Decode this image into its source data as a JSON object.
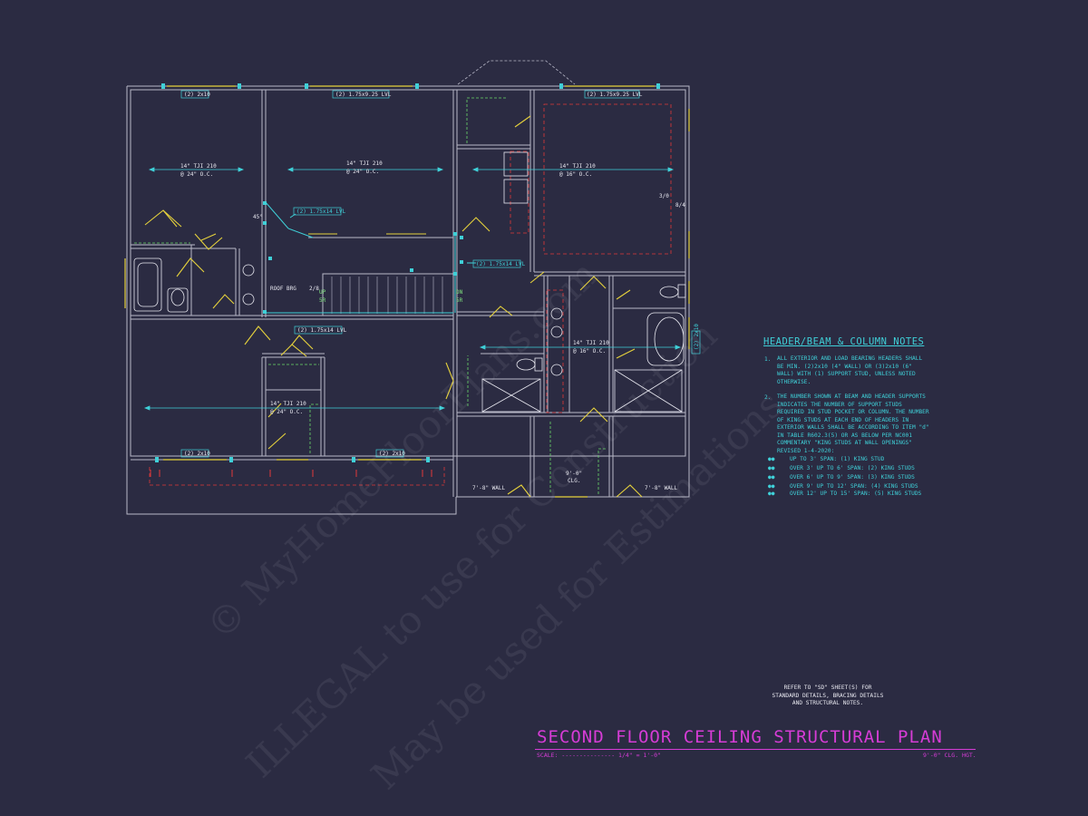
{
  "sheet": {
    "title": "SECOND FLOOR CEILING STRUCTURAL PLAN",
    "scale_label": "SCALE:",
    "scale_dashes": "---------------",
    "scale_value": "1/4\" = 1'-0\"",
    "ceiling_height": "9'-0\" CLG. HGT."
  },
  "plan_labels": {
    "hdr_top_left": "(2) 2x10",
    "hdr_top_mid": "(2) 1.75x9.25 LVL",
    "hdr_top_right": "(2) 1.75x9.25 LVL",
    "joist_bed2": "14\" TJI 210",
    "joist_bed2_oc": "@ 24\" O.C.",
    "joist_bonus": "14\" TJI 210",
    "joist_bonus_oc": "@ 24\" O.C.",
    "joist_master": "14\" TJI 210",
    "joist_master_oc": "@ 16\" O.C.",
    "joist_bed3": "14\" TJI 210",
    "joist_bed3_oc": "@ 24\" O.C.",
    "joist_bath": "14\" TJI 210",
    "joist_bath_oc": "@ 16\" O.C.",
    "lvl_mid": "(2) 1.75x14 LVL",
    "lvl_stair": "(2) 1.75x14 LVL",
    "lvl_lower": "(2) 1.75x14 LVL",
    "angle": "45°",
    "roof_brg": "ROOF BRG",
    "stair_num": "2/8",
    "stair_up": "UP",
    "stair_up_risers": "5R",
    "stair_dn": "DN",
    "stair_dn_risers": "5R",
    "master_chase_a": "3/0",
    "master_chase_b": "8/4",
    "window_right": "(2) 2x10",
    "hdr_bottom_left": "(2) 2x10",
    "hdr_bottom_right": "(2) 2x10",
    "wall_left": "7'-8\" WALL",
    "wall_right": "7'-8\" WALL",
    "clg_height": "9'-0\"",
    "clg_label": "CLG."
  },
  "notes": {
    "title": "HEADER/BEAM & COLUMN NOTES",
    "items": [
      {
        "num": "1.",
        "text": "ALL EXTERIOR AND LOAD BEARING HEADERS SHALL BE MIN. (2)2x10 (4\" WALL) OR (3)2x10 (6\" WALL) WITH (1) SUPPORT STUD, UNLESS NOTED OTHERWISE."
      },
      {
        "num": "2.",
        "text": "THE NUMBER SHOWN AT BEAM AND HEADER SUPPORTS INDICATES THE NUMBER OF SUPPORT STUDS REQUIRED IN STUD POCKET OR COLUMN. THE NUMBER OF KING STUDS AT EACH END OF HEADERS IN EXTERIOR WALLS SHALL BE ACCORDING TO ITEM \"d\" IN TABLE R602.3(5) OR AS BELOW PER NC001 COMMENTARY \"KING STUDS AT WALL OPENINGS\" REVISED 1-4-2020:"
      }
    ],
    "bullets": [
      "UP TO 3' SPAN: (1) KING STUD",
      "OVER 3' UP TO 6' SPAN: (2) KING STUDS",
      "OVER 6' UP TO 9' SPAN: (3) KING STUDS",
      "OVER 9' UP TO 12' SPAN: (4) KING STUDS",
      "OVER 12' UP TO 15' SPAN: (5) KING STUDS"
    ],
    "bullet_glyph": "●●",
    "reference": "REFER TO \"SD\" SHEET(S) FOR STANDARD DETAILS, BRACING DETAILS AND STRUCTURAL NOTES."
  },
  "watermark": {
    "line1": "© MyHomeFloorPlans.com",
    "line2": "ILLEGAL to use for Construction",
    "line3": "May be used for Estimations"
  },
  "colors": {
    "background": "#2b2b42",
    "wall": "#b8b8c8",
    "cyan": "#3fd0d8",
    "magenta": "#d63cd6",
    "door": "#e6d23c",
    "red": "#e03a3a",
    "green": "#6ad86a"
  }
}
